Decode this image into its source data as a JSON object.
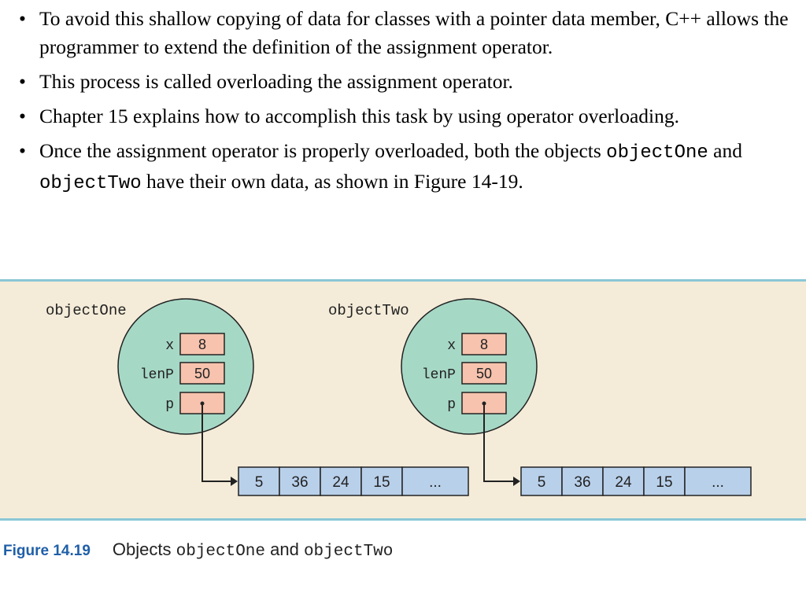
{
  "bullets": [
    {
      "text": "To avoid this shallow copying of data for classes with a pointer data member, C++ allows the programmer to extend the definition of the assignment operator."
    },
    {
      "text": "This process is called overloading the assignment operator."
    },
    {
      "text": "Chapter 15 explains how to accomplish this task by using operator overloading."
    },
    {
      "text_before": "Once the assignment operator is properly overloaded, both the objects ",
      "code1": "objectOne",
      "text_mid": " and ",
      "code2": "objectTwo",
      "text_after": " have their own data, as shown in Figure 14-19."
    }
  ],
  "bullet_symbol": "•",
  "figure": {
    "objects": [
      {
        "name": "objectOne",
        "fields": [
          {
            "label": "x",
            "value": "8"
          },
          {
            "label": "lenP",
            "value": "50"
          },
          {
            "label": "p",
            "value": ""
          }
        ],
        "array": [
          "5",
          "36",
          "24",
          "15",
          "..."
        ]
      },
      {
        "name": "objectTwo",
        "fields": [
          {
            "label": "x",
            "value": "8"
          },
          {
            "label": "lenP",
            "value": "50"
          },
          {
            "label": "p",
            "value": ""
          }
        ],
        "array": [
          "5",
          "36",
          "24",
          "15",
          "..."
        ]
      }
    ],
    "colors": {
      "background": "#f4ecd9",
      "border": "#8ac7d6",
      "circle": "#a6d8c6",
      "field": "#f7c3ae",
      "array": "#b9d0ea"
    }
  },
  "caption": {
    "figure_label": "Figure  14.19",
    "text_before": "Objects ",
    "code1": "objectOne",
    "text_mid": " and ",
    "code2": "objectTwo"
  }
}
